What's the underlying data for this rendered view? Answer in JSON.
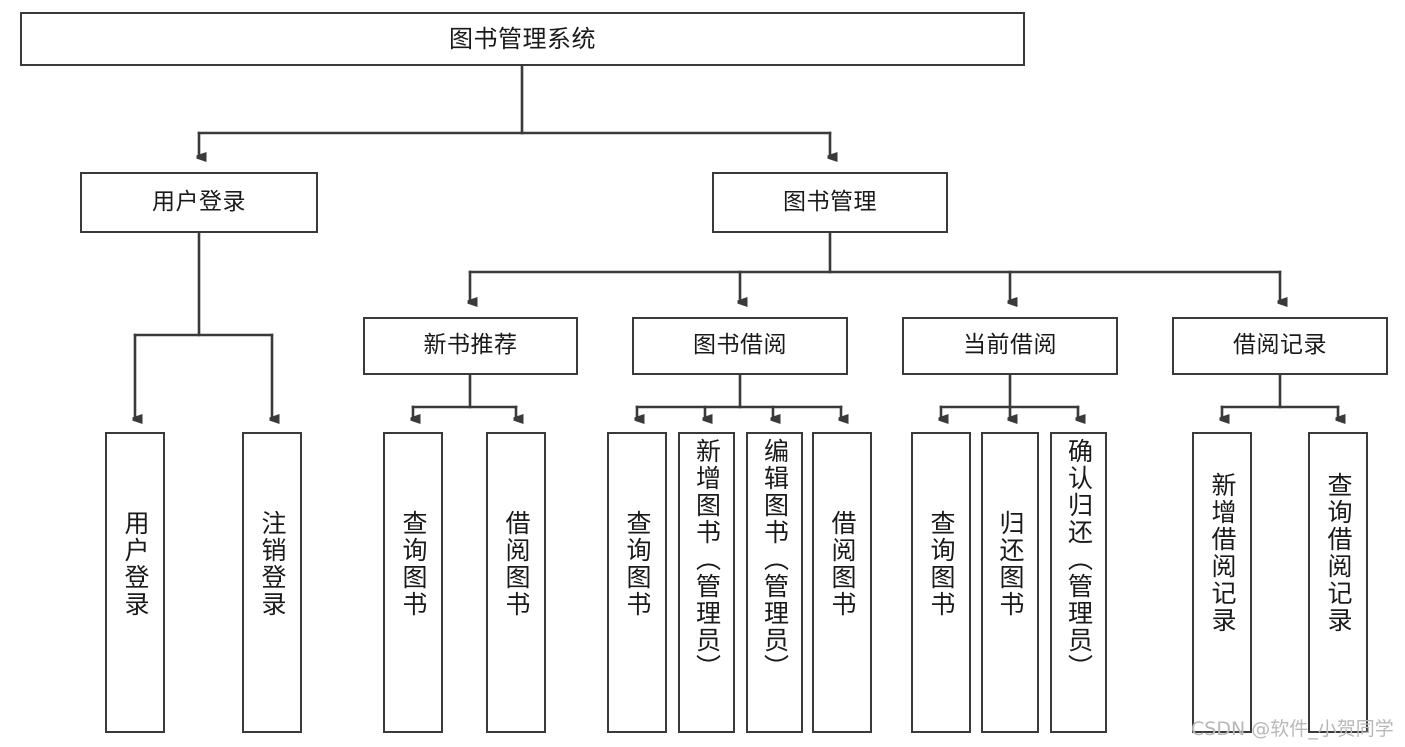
{
  "diagram": {
    "title": "图书管理系统",
    "type": "tree-structure-chart",
    "root": {
      "id": "root",
      "label": "图书管理系统"
    },
    "level2": [
      {
        "id": "user-login",
        "label": "用户登录"
      },
      {
        "id": "book-management",
        "label": "图书管理"
      }
    ],
    "level3": [
      {
        "id": "new-book-recommend",
        "label": "新书推荐",
        "parent": "book-management"
      },
      {
        "id": "book-borrow",
        "label": "图书借阅",
        "parent": "book-management"
      },
      {
        "id": "current-borrow",
        "label": "当前借阅",
        "parent": "book-management"
      },
      {
        "id": "borrow-record",
        "label": "借阅记录",
        "parent": "book-management"
      }
    ],
    "leaves": [
      {
        "id": "leaf-user-login",
        "label": "用户登录",
        "parent": "user-login"
      },
      {
        "id": "leaf-logout",
        "label": "注销登录",
        "parent": "user-login"
      },
      {
        "id": "leaf-query-book-1",
        "label": "查询图书",
        "parent": "new-book-recommend"
      },
      {
        "id": "leaf-borrow-book-1",
        "label": "借阅图书",
        "parent": "new-book-recommend"
      },
      {
        "id": "leaf-query-book-2",
        "label": "查询图书",
        "parent": "book-borrow"
      },
      {
        "id": "leaf-add-book",
        "label": "新增图书（管理员）",
        "parent": "book-borrow"
      },
      {
        "id": "leaf-edit-book",
        "label": "编辑图书（管理员）",
        "parent": "book-borrow"
      },
      {
        "id": "leaf-borrow-book-2",
        "label": "借阅图书",
        "parent": "book-borrow"
      },
      {
        "id": "leaf-query-book-3",
        "label": "查询图书",
        "parent": "current-borrow"
      },
      {
        "id": "leaf-return-book",
        "label": "归还图书",
        "parent": "current-borrow"
      },
      {
        "id": "leaf-confirm-return",
        "label": "确认归还（管理员）",
        "parent": "current-borrow"
      },
      {
        "id": "leaf-add-record",
        "label": "新增借阅记录",
        "parent": "borrow-record"
      },
      {
        "id": "leaf-query-record",
        "label": "查询借阅记录",
        "parent": "borrow-record"
      }
    ],
    "colors": {
      "border": "#3a3a3a",
      "background": "#ffffff",
      "text": "#1a1a1a",
      "edge": "#3a3a3a",
      "watermark": "#b8b8b8"
    }
  },
  "watermark": {
    "text": "CSDN @软件_小贺同学"
  }
}
